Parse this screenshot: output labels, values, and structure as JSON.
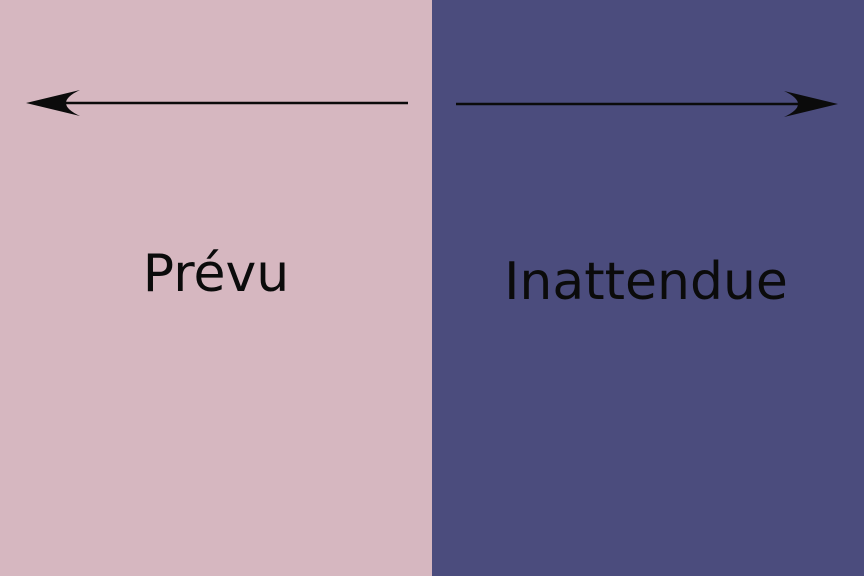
{
  "left_panel": {
    "label": "Prévu",
    "color": "#d6b7c0",
    "arrow_direction": "left"
  },
  "right_panel": {
    "label": "Inattendue",
    "color": "#4b4c7d",
    "arrow_direction": "right"
  },
  "arrow_color": "#0b0b0b",
  "text_color": "#0b0b0b"
}
